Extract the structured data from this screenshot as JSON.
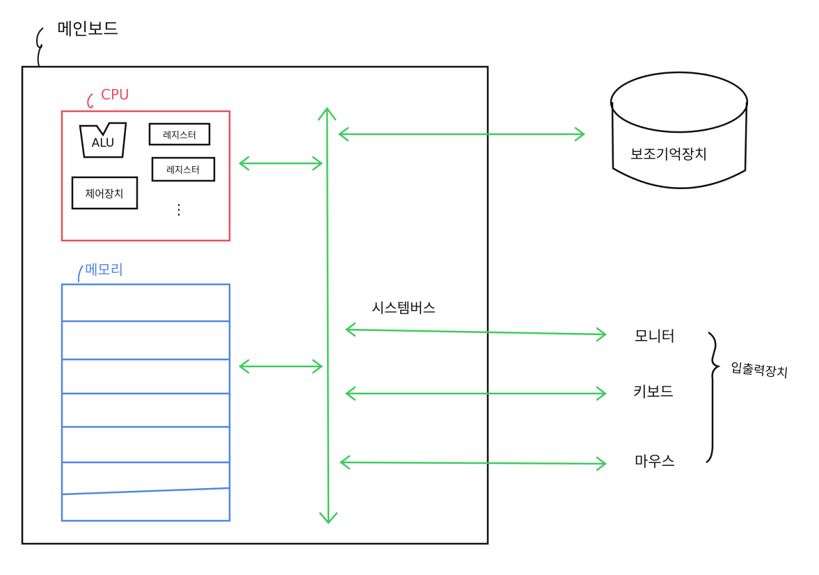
{
  "mainboard": {
    "label": "메인보드"
  },
  "cpu": {
    "label": "CPU",
    "alu": "ALU",
    "registers": [
      "레지스터",
      "레지스터"
    ],
    "control_unit": "제어장치",
    "ellipsis": "⋮"
  },
  "memory": {
    "label": "메모리",
    "rows": 7
  },
  "bus": {
    "label": "시스템버스"
  },
  "storage": {
    "label": "보조기억장치"
  },
  "io": {
    "devices": [
      "모니터",
      "키보드",
      "마우스"
    ],
    "group_label": "입출력장치"
  },
  "colors": {
    "cpu": "#e8505b",
    "memory": "#4f86e8",
    "bus": "#3ecb5e",
    "ink": "#111111"
  }
}
